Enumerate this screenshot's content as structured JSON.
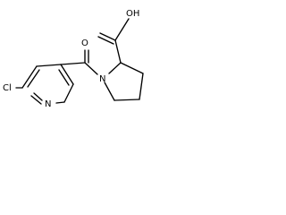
{
  "molecule": {
    "atoms": {
      "chlorine": "Cl",
      "pyridine_nitrogen": "N",
      "carbonyl_oxygen": "O",
      "acid_group": "OH",
      "pyrrolidine_nitrogen": "N"
    }
  }
}
